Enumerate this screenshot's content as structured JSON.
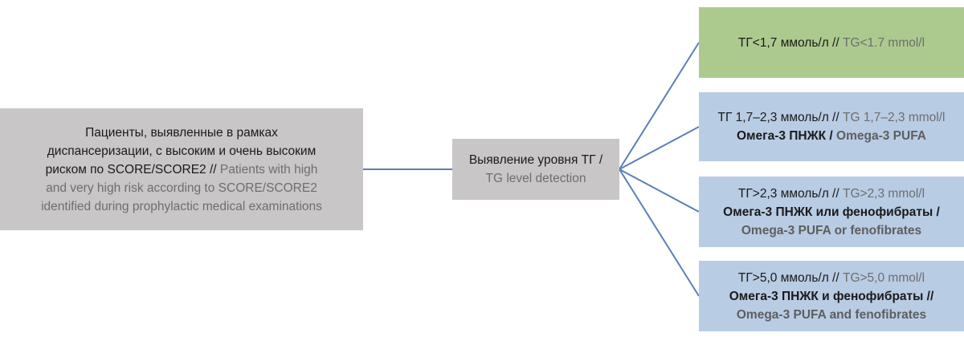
{
  "patients": {
    "ru_lines": [
      "Пациенты, выявленные в рамках",
      "диспансеризации, с высоким и очень высоким",
      "риском по SCORE/SCORE2 //"
    ],
    "en_lines": [
      "Patients with high",
      "and very high risk according to SCORE/SCORE2",
      "identified during prophylactic medical examinations"
    ]
  },
  "detection": {
    "ru": "Выявление уровня ТГ /",
    "en": "TG level detection"
  },
  "outcomes": [
    {
      "level_ru": "ТГ<1,7 ммоль/л //",
      "level_en": "TG<1.7 mmol/l",
      "treatment_ru": "",
      "treatment_en": "",
      "color": "#acca8e"
    },
    {
      "level_ru": "ТГ 1,7–2,3 ммоль/л //",
      "level_en": "TG 1,7–2,3 mmol/l",
      "treatment_ru": "Омега-3 ПНЖК /",
      "treatment_en": "Omega-3 PUFA",
      "color": "#b8cce4"
    },
    {
      "level_ru": "ТГ>2,3 ммоль/л //",
      "level_en": "TG>2,3 mmol/l",
      "treatment_ru": "Омега-3 ПНЖК или фенофибраты /",
      "treatment_en": "Omega-3 PUFA or fenofibrates",
      "color": "#b8cce4"
    },
    {
      "level_ru": "ТГ>5,0 ммоль/л //",
      "level_en": "TG>5,0 mmol/l",
      "treatment_ru": "Омега-3 ПНЖК и фенофибраты //",
      "treatment_en": "Omega-3 PUFA and fenofibrates",
      "color": "#b8cce4"
    }
  ],
  "colors": {
    "source_box": "#c8c6c7",
    "low_tg_box": "#acca8e",
    "treatment_box": "#b8cce4",
    "connector": "#5b7fb6"
  }
}
